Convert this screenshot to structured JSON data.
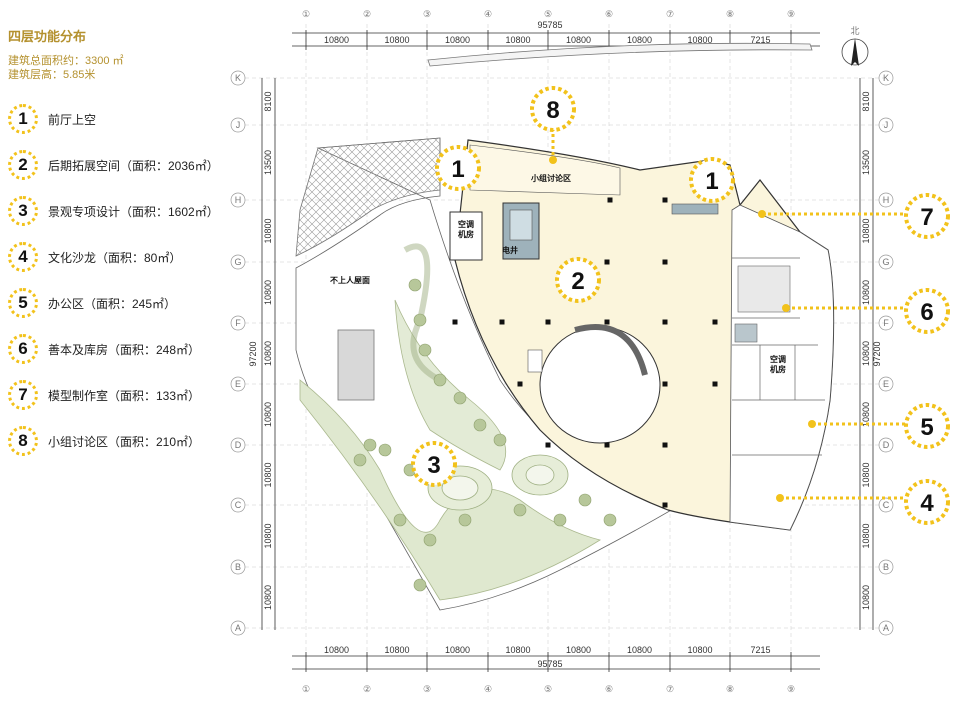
{
  "legend": {
    "title": "四层功能分布",
    "area_line": "建筑总面积约：3300 ㎡",
    "height_line": "建筑层高：5.85米",
    "items": [
      {
        "num": "1",
        "label": "前厅上空"
      },
      {
        "num": "2",
        "label": "后期拓展空间（面积：2036㎡）"
      },
      {
        "num": "3",
        "label": "景观专项设计（面积：1602㎡）"
      },
      {
        "num": "4",
        "label": "文化沙龙（面积：80㎡）"
      },
      {
        "num": "5",
        "label": "办公区（面积：245㎡）"
      },
      {
        "num": "6",
        "label": "善本及库房（面积：248㎡）"
      },
      {
        "num": "7",
        "label": "模型制作室（面积：133㎡）"
      },
      {
        "num": "8",
        "label": "小组讨论区（面积：210㎡）"
      }
    ]
  },
  "grid": {
    "columns": [
      "①",
      "②",
      "③",
      "④",
      "⑤",
      "⑥",
      "⑦",
      "⑧",
      "⑨"
    ],
    "rows": [
      "K",
      "J",
      "H",
      "G",
      "F",
      "E",
      "D",
      "C",
      "B",
      "A"
    ],
    "col_dims": [
      "10800",
      "10800",
      "10800",
      "10800",
      "10800",
      "10800",
      "10800",
      "7215"
    ],
    "total_width": "95785",
    "row_dims": [
      "8100",
      "13500",
      "10800",
      "10800",
      "10800",
      "10800",
      "10800",
      "10800",
      "10800"
    ],
    "total_depth": "97200",
    "north": "北"
  },
  "rooms": {
    "group_discussion": "小组讨论区",
    "ac_room_1": "空调",
    "ac_room_1b": "机房",
    "ac_room_2": "空调",
    "ac_room_2b": "机房",
    "shaft": "电井",
    "roof": "不上人屋面"
  },
  "callouts": [
    "1",
    "1",
    "2",
    "3",
    "4",
    "5",
    "6",
    "7",
    "8"
  ]
}
